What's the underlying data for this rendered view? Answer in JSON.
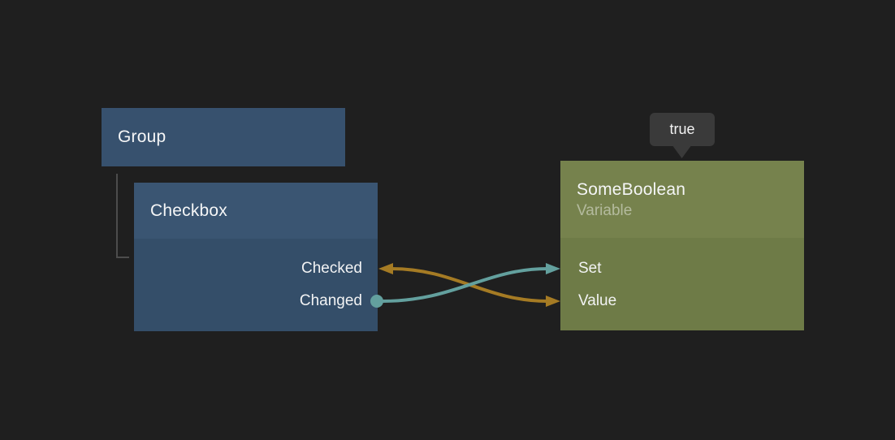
{
  "canvas": {
    "bg": "#1f1f1f"
  },
  "tooltip": {
    "text": "true",
    "bg": "#3a3a3a",
    "text_color": "#f2f2f2"
  },
  "nodes": {
    "group": {
      "title": "Group",
      "header_bg": "#37516e"
    },
    "checkbox": {
      "title": "Checkbox",
      "header_bg": "#3a5572",
      "body_bg": "#344e69",
      "outputs": [
        {
          "label": "Checked"
        },
        {
          "label": "Changed"
        }
      ]
    },
    "variable": {
      "title": "SomeBoolean",
      "subtitle": "Variable",
      "header_bg": "#76824d",
      "body_bg": "#6e7b47",
      "inputs": [
        {
          "label": "Set"
        },
        {
          "label": "Value"
        }
      ]
    }
  },
  "connections": [
    {
      "id": "checked-value",
      "from_port": "Checked",
      "to_port": "Value",
      "color": "#a57b24",
      "endpoints": "arrow-arrow"
    },
    {
      "id": "changed-set",
      "from_port": "Changed",
      "to_port": "Set",
      "color": "#63a09e",
      "endpoints": "dot-arrow"
    }
  ],
  "hierarchy": {
    "line_color": "#4c4c4c",
    "parent": "Group",
    "child": "Checkbox"
  }
}
